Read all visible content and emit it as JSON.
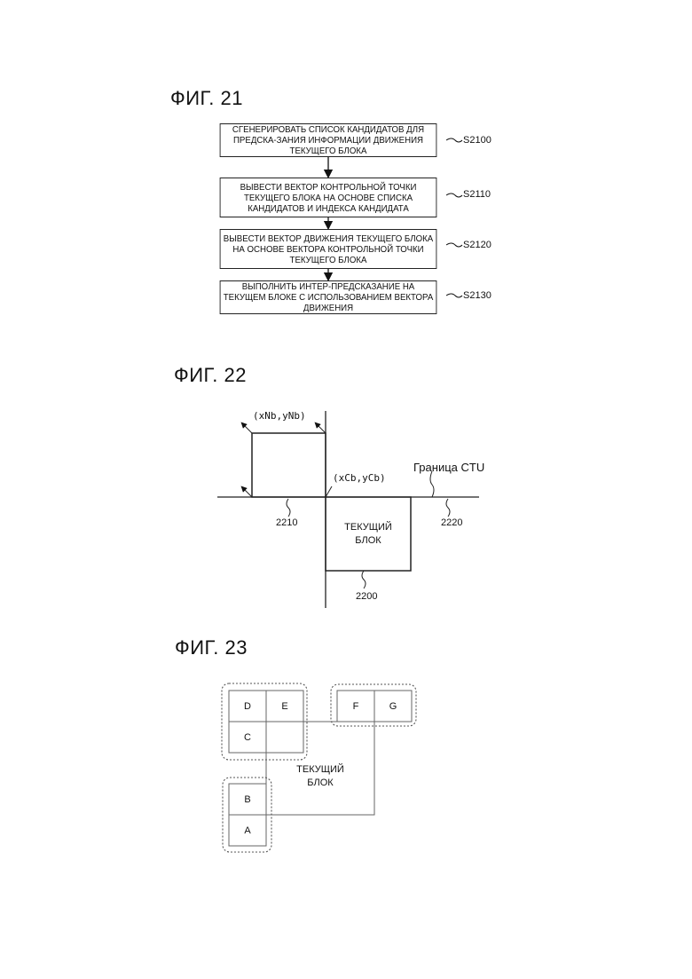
{
  "fig21": {
    "title": "ФИГ. 21",
    "steps": [
      {
        "text": "СГЕНЕРИРОВАТЬ СПИСОК КАНДИДАТОВ ДЛЯ ПРЕДСКА-ЗАНИЯ ИНФОРМАЦИИ ДВИЖЕНИЯ ТЕКУЩЕГО БЛОКА",
        "id": "S2100"
      },
      {
        "text": "ВЫВЕСТИ ВЕКТОР КОНТРОЛЬНОЙ ТОЧКИ ТЕКУЩЕГО БЛОКА НА ОСНОВЕ СПИСКА КАНДИДАТОВ И ИНДЕКСА КАНДИДАТА",
        "id": "S2110"
      },
      {
        "text": "ВЫВЕСТИ ВЕКТОР ДВИЖЕНИЯ ТЕКУЩЕГО БЛОКА НА ОСНОВЕ ВЕКТОРА КОНТРОЛЬНОЙ ТОЧКИ ТЕКУЩЕГО БЛОКА",
        "id": "S2120"
      },
      {
        "text": "ВЫПОЛНИТЬ ИНТЕР-ПРЕДСКАЗАНИЕ НА ТЕКУЩЕМ БЛОКЕ С ИСПОЛЬЗОВАНИЕМ ВЕКТОРА ДВИЖЕНИЯ",
        "id": "S2130"
      }
    ]
  },
  "fig22": {
    "title": "ФИГ. 22",
    "neighbor_coord": "(xNb,yNb)",
    "current_coord": "(xCb,yCb)",
    "ctu_boundary": "Граница CTU",
    "current_block_line1": "ТЕКУЩИЙ",
    "current_block_line2": "БЛОК",
    "ref_neighbor": "2210",
    "ref_boundary": "2220",
    "ref_current": "2200"
  },
  "fig23": {
    "title": "ФИГ. 23",
    "cells": {
      "D": "D",
      "E": "E",
      "C": "C",
      "F": "F",
      "G": "G",
      "B": "B",
      "A": "A"
    },
    "current_block_line1": "ТЕКУЩИЙ",
    "current_block_line2": "БЛОК"
  }
}
